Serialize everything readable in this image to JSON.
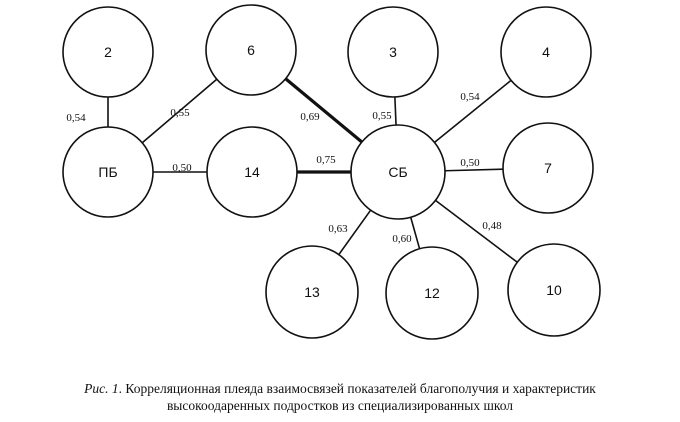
{
  "nodes": [
    {
      "id": "2",
      "label": "2"
    },
    {
      "id": "6",
      "label": "6"
    },
    {
      "id": "3",
      "label": "3"
    },
    {
      "id": "4",
      "label": "4"
    },
    {
      "id": "PB",
      "label": "ПБ"
    },
    {
      "id": "14",
      "label": "14"
    },
    {
      "id": "SB",
      "label": "СБ"
    },
    {
      "id": "7",
      "label": "7"
    },
    {
      "id": "13",
      "label": "13"
    },
    {
      "id": "12",
      "label": "12"
    },
    {
      "id": "10",
      "label": "10"
    }
  ],
  "edges": [
    {
      "from": "2",
      "to": "PB",
      "label": "0,54",
      "bold": false
    },
    {
      "from": "6",
      "to": "PB",
      "label": "0,55",
      "bold": false
    },
    {
      "from": "PB",
      "to": "14",
      "label": "0,50",
      "bold": false
    },
    {
      "from": "6",
      "to": "SB",
      "label": "0,69",
      "bold": true
    },
    {
      "from": "14",
      "to": "SB",
      "label": "0,75",
      "bold": true
    },
    {
      "from": "3",
      "to": "SB",
      "label": "0,55",
      "bold": false
    },
    {
      "from": "4",
      "to": "SB",
      "label": "0,54",
      "bold": false
    },
    {
      "from": "SB",
      "to": "7",
      "label": "0,50",
      "bold": false
    },
    {
      "from": "SB",
      "to": "13",
      "label": "0,63",
      "bold": false
    },
    {
      "from": "SB",
      "to": "12",
      "label": "0,60",
      "bold": false
    },
    {
      "from": "SB",
      "to": "10",
      "label": "0,48",
      "bold": false
    }
  ],
  "caption": {
    "label": "Рис. 1",
    "line1": ". Корреляционная плеяда взаимосвязей показателей благополучия и характеристик",
    "line2": "высокоодаренных подростков из специализированных школ"
  }
}
